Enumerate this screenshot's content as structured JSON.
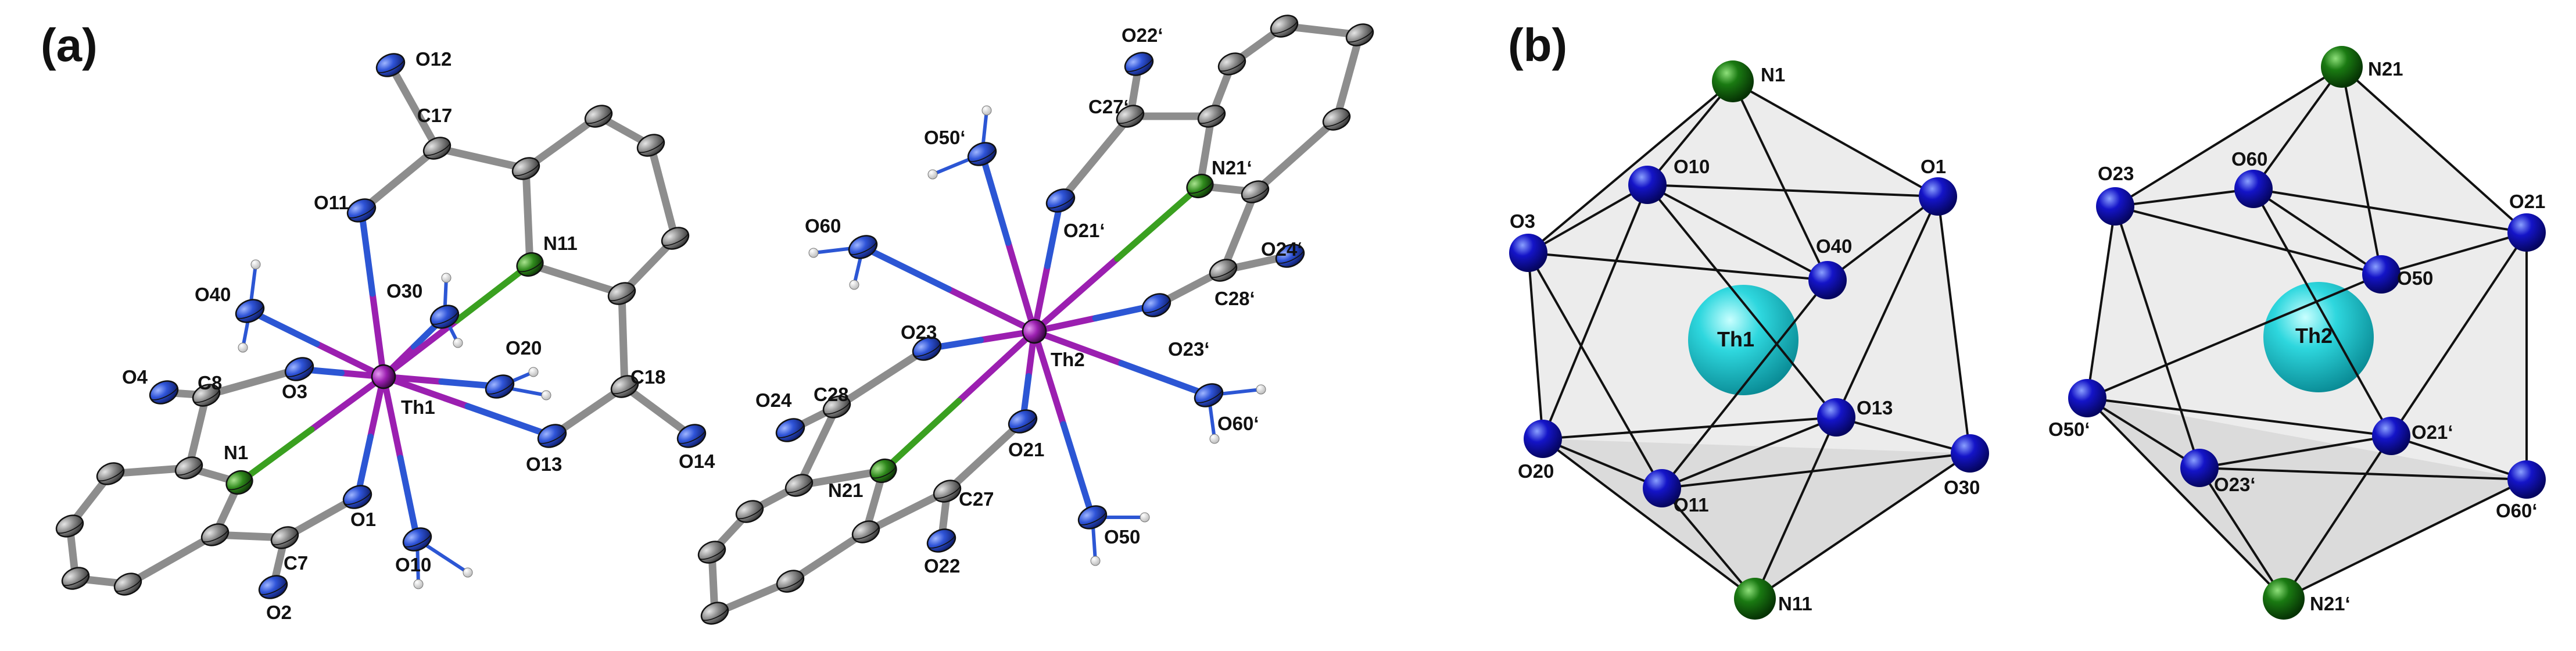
{
  "panels": {
    "a": "(a)",
    "b": "(b)"
  },
  "colors": {
    "carbon": "#8c8c8c",
    "oxygen": "#2f54d8",
    "nitrogen": "#2f8a1c",
    "thorium": "#9b1fb0",
    "hydrogen": "#f2f2f2",
    "th_sphere": "#2ed7de",
    "poly_o": "#1414c8",
    "poly_n": "#1a7a12",
    "edge": "#111111",
    "bond_gray": "#8d8d8d",
    "bond_blue": "#2c56d4",
    "bond_green": "#3aa020",
    "bond_purple": "#9b1fb0"
  },
  "labels_a": {
    "O12": "O12",
    "C17": "C17",
    "O11": "O11",
    "N11": "N11",
    "O30": "O30",
    "O40": "O40",
    "O20": "O20",
    "C18": "C18",
    "O4": "O4",
    "C8": "C8",
    "O3": "O3",
    "Th1": "Th1",
    "N1": "N1",
    "O13": "O13",
    "O14": "O14",
    "O1": "O1",
    "C7": "C7",
    "O10": "O10",
    "O2": "O2",
    "O22p": "O22‘",
    "C27p": "C27‘",
    "O50p": "O50‘",
    "N21p": "N21‘",
    "O60": "O60",
    "O21p": "O21‘",
    "O24p": "O24‘",
    "C28p": "C28‘",
    "O23": "O23",
    "Th2": "Th2",
    "O23p": "O23‘",
    "O24": "O24",
    "C28": "C28",
    "O60p": "O60‘",
    "N21": "N21",
    "O21": "O21",
    "C27": "C27",
    "O22": "O22",
    "O50": "O50"
  },
  "labels_b": {
    "N1": "N1",
    "O10": "O10",
    "O1": "O1",
    "O3": "O3",
    "O40": "O40",
    "Th1": "Th1",
    "O13": "O13",
    "O20": "O20",
    "O11": "O11",
    "O30": "O30",
    "N11": "N11",
    "N21": "N21",
    "O23": "O23",
    "O60": "O60",
    "O21": "O21",
    "O50": "O50",
    "Th2": "Th2",
    "O50p": "O50‘",
    "O21p": "O21‘",
    "O23p": "O23‘",
    "O60p": "O60‘",
    "N21p": "N21‘"
  }
}
